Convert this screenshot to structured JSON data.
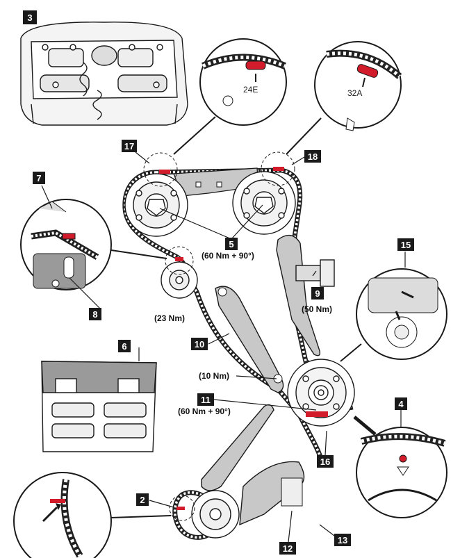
{
  "figure_number": "3",
  "callouts": {
    "c17": "17",
    "c18": "18",
    "c7": "7",
    "c8": "8",
    "c5": "5",
    "c15": "15",
    "c9": "9",
    "c10": "10",
    "c6": "6",
    "c11": "11",
    "c4": "4",
    "c16": "16",
    "c2": "2",
    "c12": "12",
    "c13": "13"
  },
  "torques": {
    "t5": "(60 Nm + 90°)",
    "t9": "(50 Nm)",
    "t23": "(23 Nm)",
    "t10": "(10 Nm)",
    "t11": "(60 Nm + 90°)"
  },
  "sprocket_marks": {
    "intake": "24E",
    "exhaust": "32A"
  },
  "colors": {
    "ink": "#1a1a1a",
    "mark_red": "#d21c2c",
    "guide_gray": "#c8c8c8",
    "panel_gray": "#9a9a9a"
  }
}
